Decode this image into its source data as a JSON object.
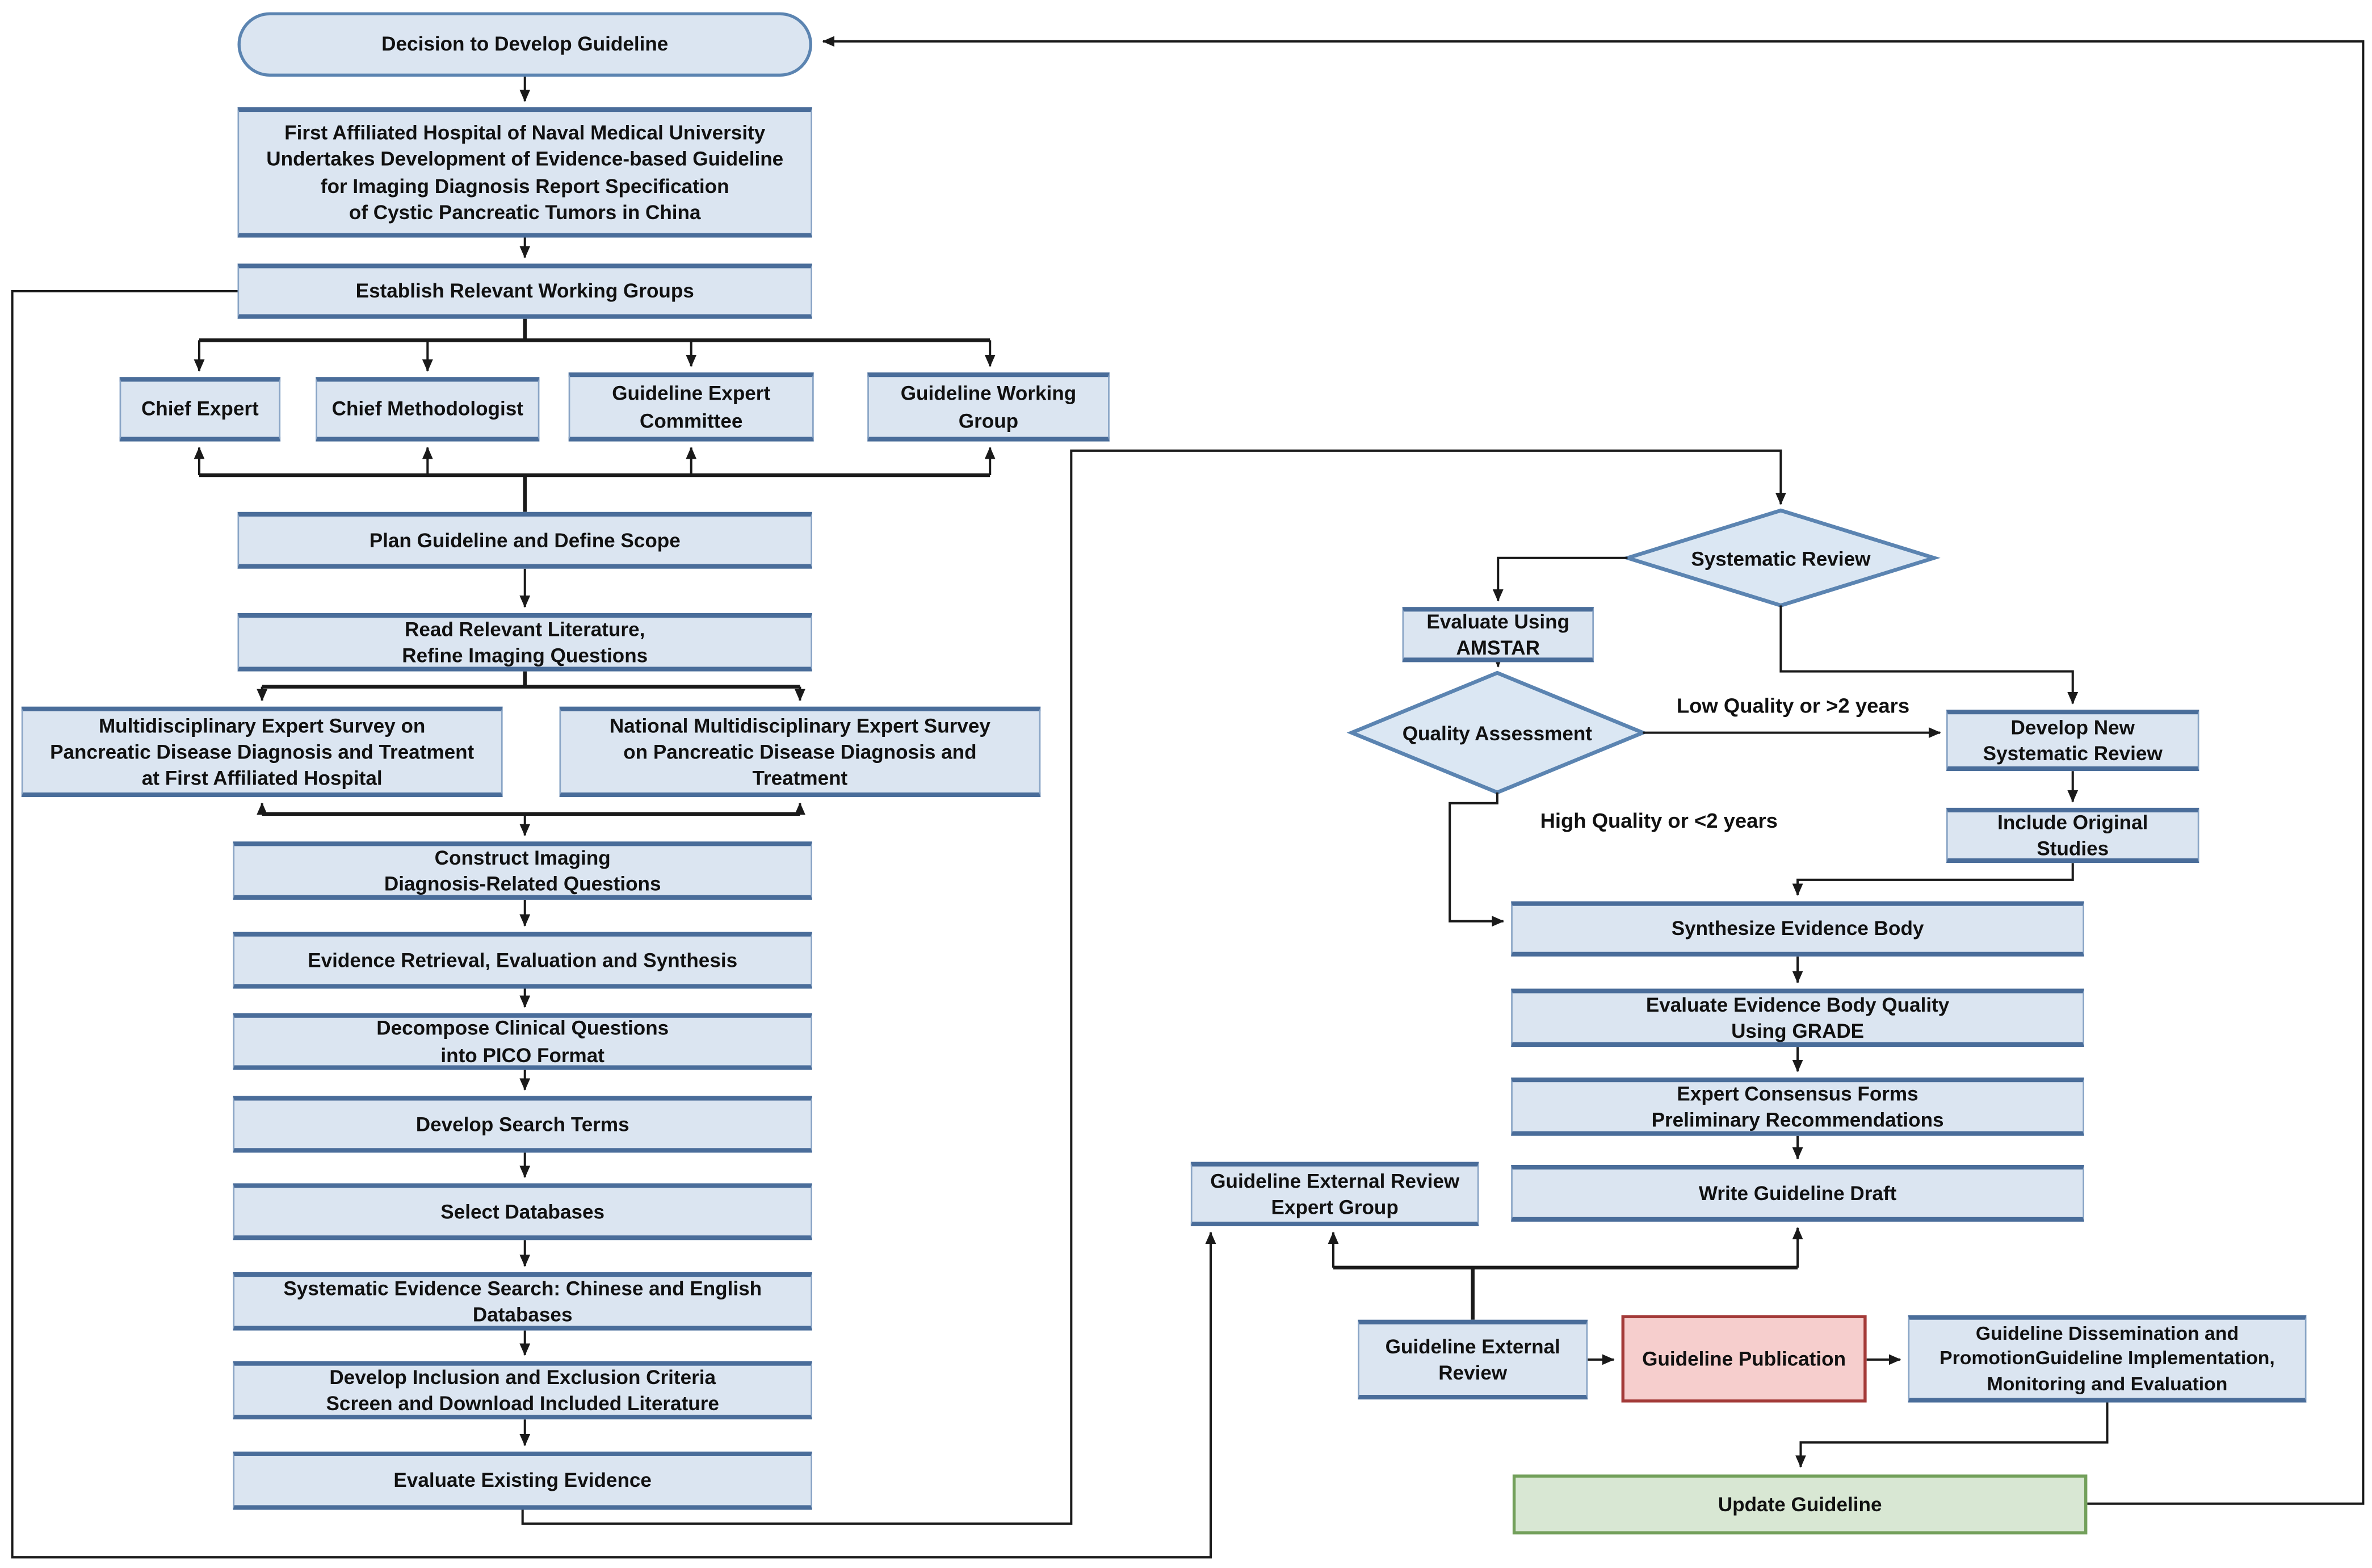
{
  "colors": {
    "node_fill": "#dbe5f1",
    "node_border": "#4a6d9a",
    "diamond_fill": "#dbe7f3",
    "diamond_border": "#5b84b1",
    "publication_fill": "#f6cecd",
    "publication_border": "#a33a38",
    "update_fill": "#d8e7d3",
    "update_border": "#73a05b",
    "arrow": "#1a1a1a"
  },
  "nodes": {
    "decision": {
      "label": "Decision to Develop Guideline"
    },
    "undertake": {
      "label": "First Affiliated Hospital of Naval Medical University\nUndertakes Development of Evidence-based Guideline\nfor Imaging Diagnosis Report Specification\nof Cystic Pancreatic Tumors in China"
    },
    "establish": {
      "label": "Establish Relevant Working Groups"
    },
    "chief_expert": {
      "label": "Chief Expert"
    },
    "chief_methodologist": {
      "label": "Chief Methodologist"
    },
    "expert_committee": {
      "label": "Guideline Expert\nCommittee"
    },
    "working_group": {
      "label": "Guideline Working\nGroup"
    },
    "plan": {
      "label": "Plan Guideline and Define Scope"
    },
    "read": {
      "label": "Read Relevant Literature,\nRefine Imaging Questions"
    },
    "survey_local": {
      "label": "Multidisciplinary Expert Survey on\nPancreatic Disease Diagnosis and Treatment\nat First Affiliated Hospital"
    },
    "survey_national": {
      "label": "National Multidisciplinary Expert Survey\non Pancreatic Disease Diagnosis and\nTreatment"
    },
    "construct": {
      "label": "Construct Imaging\nDiagnosis-Related Questions"
    },
    "retrieval": {
      "label": "Evidence Retrieval, Evaluation and Synthesis"
    },
    "decompose": {
      "label": "Decompose Clinical Questions\ninto PICO Format"
    },
    "search_terms": {
      "label": "Develop Search Terms"
    },
    "select_db": {
      "label": "Select Databases"
    },
    "evidence_search": {
      "label": "Systematic Evidence Search: Chinese and English\nDatabases"
    },
    "criteria": {
      "label": "Develop Inclusion and Exclusion Criteria\nScreen and Download Included Literature"
    },
    "evaluate_existing": {
      "label": "Evaluate Existing Evidence"
    },
    "systematic_review": {
      "label": "Systematic Review"
    },
    "amstar": {
      "label": "Evaluate Using\nAMSTAR"
    },
    "quality_assessment": {
      "label": "Quality Assessment"
    },
    "develop_new": {
      "label": "Develop New\nSystematic Review"
    },
    "include_orig": {
      "label": "Include Original\nStudies"
    },
    "synthesize": {
      "label": "Synthesize Evidence Body"
    },
    "grade": {
      "label": "Evaluate Evidence Body Quality\nUsing GRADE"
    },
    "consensus": {
      "label": "Expert Consensus Forms\nPreliminary Recommendations"
    },
    "write_draft": {
      "label": "Write Guideline Draft"
    },
    "expert_group": {
      "label": "Guideline External Review\nExpert Group"
    },
    "external_review": {
      "label": "Guideline External\nReview"
    },
    "publication": {
      "label": "Guideline Publication"
    },
    "dissemination": {
      "label": "Guideline Dissemination and\nPromotionGuideline Implementation,\nMonitoring and Evaluation"
    },
    "update": {
      "label": "Update Guideline"
    }
  },
  "edge_labels": {
    "low_quality": "Low Quality or >2 years",
    "high_quality": "High Quality or <2 years"
  }
}
